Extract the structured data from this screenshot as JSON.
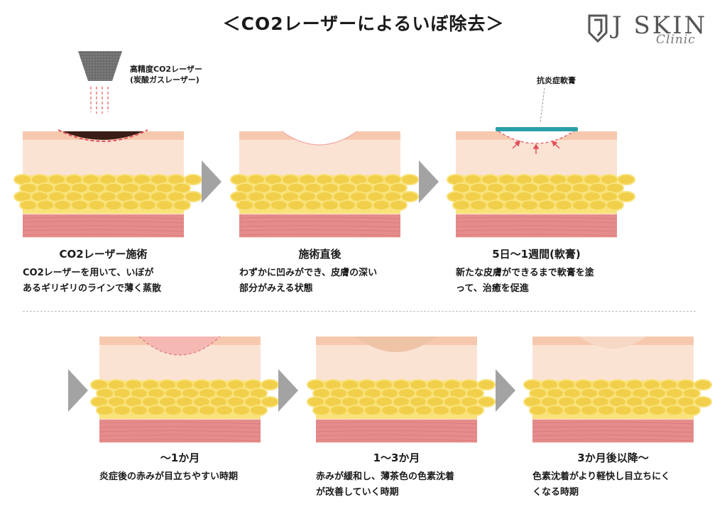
{
  "title": "＜CO2レーザーによるいぼ除去＞",
  "logo": {
    "brand": "J SKIN",
    "script": "Clinic"
  },
  "annotations": {
    "laser": [
      "高精度CO2レーザー",
      "(炭酸ガスレーザー)"
    ],
    "ointment": "抗炎症軟膏"
  },
  "stages": [
    {
      "title": "CO2レーザー施術",
      "desc": [
        "CO2レーザーを用いて、いぼが",
        "あるギリギリのラインで薄く蒸散"
      ]
    },
    {
      "title": "施術直後",
      "desc": [
        "わずかに凹みができ、皮膚の深い",
        "部分がみえる状態"
      ]
    },
    {
      "title": "5日〜1週間(軟膏)",
      "desc": [
        "新たな皮膚ができるまで軟膏を塗",
        "って、治癒を促進"
      ]
    },
    {
      "title": "〜1か月",
      "desc": [
        "炎症後の赤みが目立ちやすい時期"
      ]
    },
    {
      "title": "1〜3か月",
      "desc": [
        "赤みが緩和し、薄茶色の色素沈着",
        "が改善していく時期"
      ]
    },
    {
      "title": "3か月後以降〜",
      "desc": [
        "色素沈着がより軽快し目立ちにく",
        "くなる時期"
      ]
    }
  ],
  "colors": {
    "epidermis": "#f6c9ae",
    "dermis": "#fbe3d4",
    "fat": "#f9e27a",
    "fat_cell": "#f1cf4a",
    "muscle": "#e58c8c",
    "wart": "#3a1d14",
    "ointment": "#2a9fa8",
    "arrow": "#a3a3a3"
  }
}
